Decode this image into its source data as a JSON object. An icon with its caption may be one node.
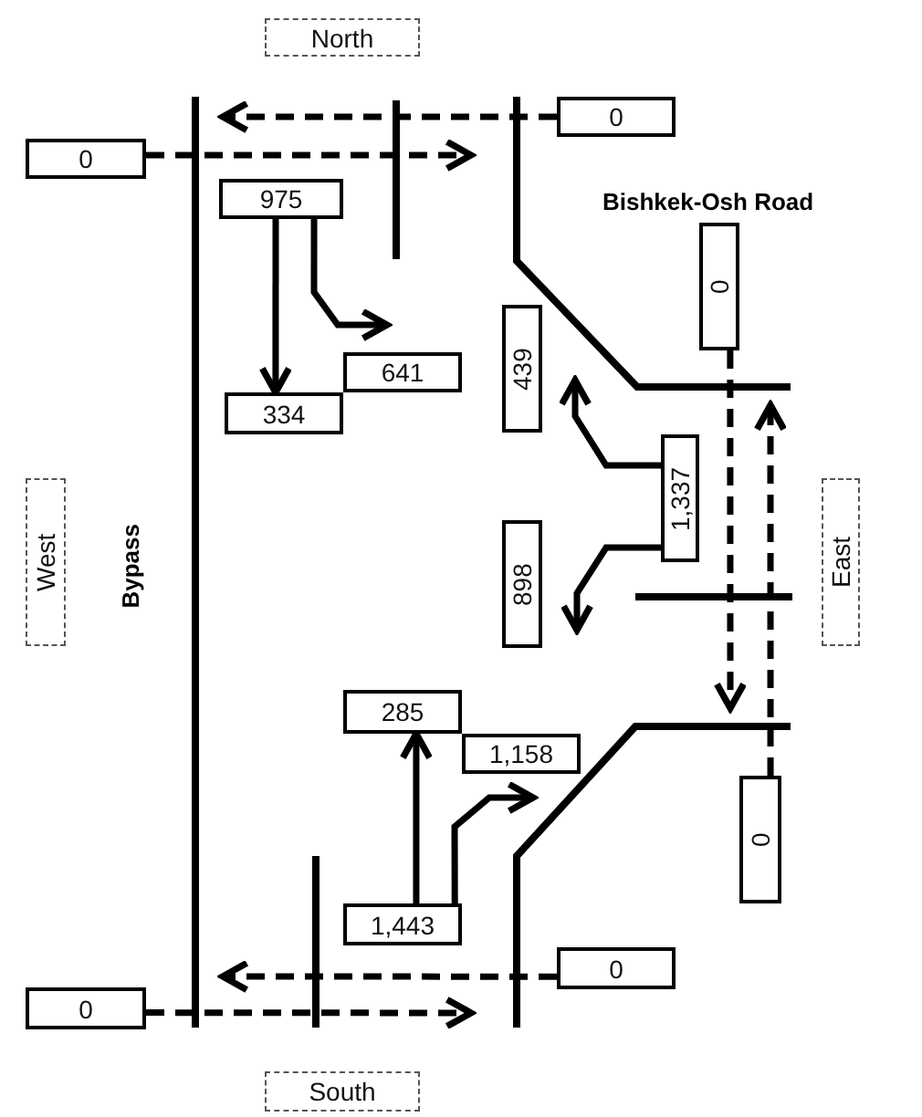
{
  "diagram": {
    "nodes": [
      {
        "text": [
          "North"
        ]
      },
      {
        "text": [
          "0"
        ]
      },
      {
        "text": [
          "0"
        ]
      },
      {
        "text": [
          "975"
        ]
      },
      {
        "text": [
          "0"
        ]
      },
      {
        "text": [
          "439"
        ]
      },
      {
        "text": [
          "641"
        ]
      },
      {
        "text": [
          "334"
        ]
      },
      {
        "text": [
          "West"
        ]
      },
      {
        "text": [
          "1,337"
        ]
      },
      {
        "text": [
          "East"
        ]
      },
      {
        "text": [
          "898"
        ]
      },
      {
        "text": [
          "285"
        ]
      },
      {
        "text": [
          "1,158"
        ]
      },
      {
        "text": [
          "0"
        ]
      },
      {
        "text": [
          "1,443"
        ]
      },
      {
        "text": [
          "0"
        ]
      },
      {
        "text": [
          "0"
        ]
      },
      {
        "text": [
          "South"
        ]
      }
    ],
    "edges": [
      {
        "from": 1,
        "to": null,
        "arrow": "to",
        "style": "dashed"
      },
      {
        "from": 2,
        "to": null,
        "arrow": "to",
        "style": "dashed"
      },
      {
        "from": 3,
        "to": 7,
        "arrow": "to"
      },
      {
        "from": 3,
        "to": 6,
        "arrow": "to"
      },
      {
        "from": 4,
        "to": null,
        "arrow": "to",
        "style": "dashed"
      },
      {
        "from": 9,
        "to": 5,
        "arrow": "to"
      },
      {
        "from": 9,
        "to": 11,
        "arrow": "to"
      },
      {
        "from": 14,
        "to": null,
        "arrow": "to",
        "style": "dashed"
      },
      {
        "from": 15,
        "to": 12,
        "arrow": "to"
      },
      {
        "from": 15,
        "to": 13,
        "arrow": "to"
      },
      {
        "from": 16,
        "to": null,
        "arrow": "to",
        "style": "dashed"
      },
      {
        "from": 17,
        "to": null,
        "arrow": "to",
        "style": "dashed"
      }
    ],
    "labels": [
      "Bishkek-Osh Road",
      "Bypass"
    ]
  }
}
